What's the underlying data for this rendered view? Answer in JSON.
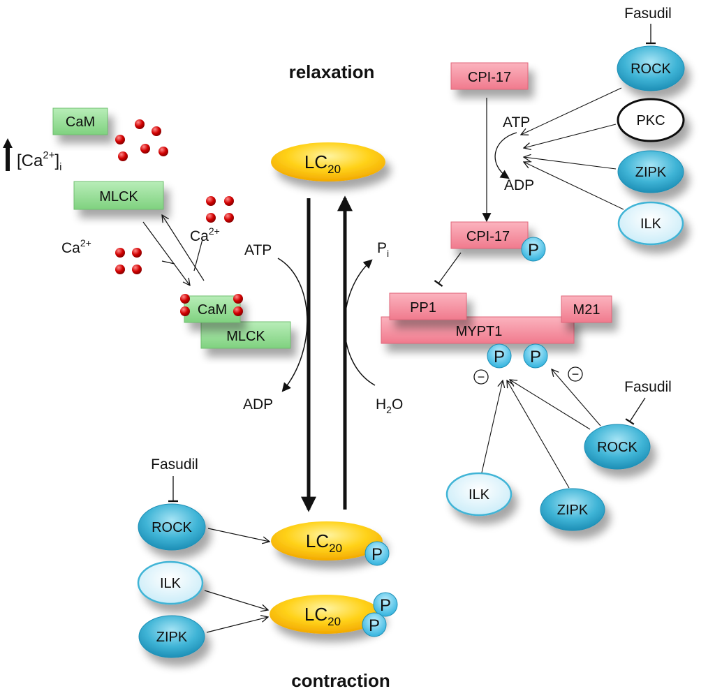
{
  "headings": {
    "relaxation": "relaxation",
    "contraction": "contraction"
  },
  "calcium": {
    "cam": "CaM",
    "mlck": "MLCK",
    "ca_label": "[Ca",
    "ca_sup": "2+",
    "ca_close": "]",
    "ca_sub": "i",
    "ca_ion": "Ca",
    "ca_ion_sup": "2+",
    "complex_cam": "CaM",
    "complex_mlck": "MLCK"
  },
  "center": {
    "lc_main": "LC",
    "lc_sub": "20",
    "atp": "ATP",
    "adp": "ADP",
    "pi": "P",
    "pi_sub": "i",
    "h2o_h": "H",
    "h2o_sub": "2",
    "h2o_o": "O",
    "phospho": "P"
  },
  "kinases": {
    "rock": "ROCK",
    "ilk": "ILK",
    "zipk": "ZIPK",
    "pkc": "PKC",
    "fasudil": "Fasudil"
  },
  "phosphatase": {
    "cpi17": "CPI-17",
    "pp1": "PP1",
    "mypt1": "MYPT1",
    "m21": "M21",
    "atp": "ATP",
    "adp": "ADP",
    "phospho": "P",
    "minus": "−"
  },
  "colors": {
    "green_fill": "#8EDB8E",
    "pink_fill": "#F7899A",
    "yellow_fill": "#FFC800",
    "blue_fill": "#3FB4D6",
    "light_blue_fill": "#DDF3FB",
    "ca_dot": "#D10000"
  }
}
